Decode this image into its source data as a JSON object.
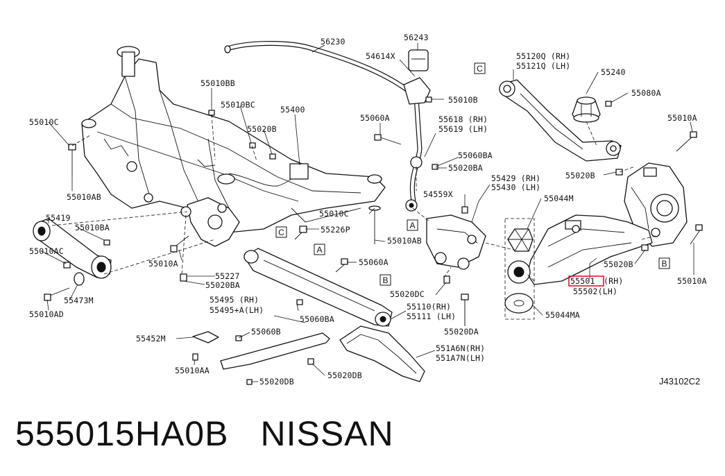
{
  "footer": {
    "part_number": "555015HA0B",
    "brand": "NISSAN"
  },
  "reference_code": "J43102C2",
  "highlighted_part": "55501",
  "highlight_color": "#e0142b",
  "callouts": [
    {
      "id": "l-56230",
      "text": "56230"
    },
    {
      "id": "l-56243",
      "text": "56243"
    },
    {
      "id": "l-54614x",
      "text": "54614X"
    },
    {
      "id": "l-55010b",
      "text": "55010B"
    },
    {
      "id": "l-55120q",
      "text": "55120Q (RH)"
    },
    {
      "id": "l-55121q",
      "text": "55121Q (LH)"
    },
    {
      "id": "l-55240",
      "text": "55240"
    },
    {
      "id": "l-55080a",
      "text": "55080A"
    },
    {
      "id": "l-55010bb",
      "text": "55010BB"
    },
    {
      "id": "l-55010bc",
      "text": "55010BC"
    },
    {
      "id": "l-55400",
      "text": "55400"
    },
    {
      "id": "l-55020b-top",
      "text": "55020B"
    },
    {
      "id": "l-55060a-top",
      "text": "55060A"
    },
    {
      "id": "l-55618",
      "text": "55618 (RH)"
    },
    {
      "id": "l-55619",
      "text": "55619 (LH)"
    },
    {
      "id": "l-55060ba-top",
      "text": "55060BA"
    },
    {
      "id": "l-55020ba-top",
      "text": "55020BA"
    },
    {
      "id": "l-55010c-left",
      "text": "55010C"
    },
    {
      "id": "l-55010ab-left",
      "text": "55010AB"
    },
    {
      "id": "l-55010a-right",
      "text": "55010A"
    },
    {
      "id": "l-55020b-right",
      "text": "55020B"
    },
    {
      "id": "l-55429",
      "text": "55429 (RH)"
    },
    {
      "id": "l-55430",
      "text": "55430 (LH)"
    },
    {
      "id": "l-54559x",
      "text": "54559X"
    },
    {
      "id": "l-55044m",
      "text": "55044M"
    },
    {
      "id": "l-55419",
      "text": "55419"
    },
    {
      "id": "l-55010ba",
      "text": "55010BA"
    },
    {
      "id": "l-55010ac",
      "text": "55010AC"
    },
    {
      "id": "l-55010c-mid",
      "text": "55010C"
    },
    {
      "id": "l-55226p",
      "text": "55226P"
    },
    {
      "id": "l-55010ab-mid",
      "text": "55010AB"
    },
    {
      "id": "l-55010a-mid",
      "text": "55010A"
    },
    {
      "id": "l-55060a-mid",
      "text": "55060A"
    },
    {
      "id": "l-55227",
      "text": "55227"
    },
    {
      "id": "l-55020ba-mid",
      "text": "55020BA"
    },
    {
      "id": "l-55473m",
      "text": "55473M"
    },
    {
      "id": "l-55010ad",
      "text": "55010AD"
    },
    {
      "id": "l-55495",
      "text": "55495 (RH)"
    },
    {
      "id": "l-55495a",
      "text": "55495+A(LH)"
    },
    {
      "id": "l-55060ba-mid",
      "text": "55060BA"
    },
    {
      "id": "l-55020dc",
      "text": "55020DC"
    },
    {
      "id": "l-55110",
      "text": "55110(RH)"
    },
    {
      "id": "l-55111",
      "text": "55111 (LH)"
    },
    {
      "id": "l-55501",
      "text": "55501"
    },
    {
      "id": "l-55501rh",
      "text": "(RH)"
    },
    {
      "id": "l-55502",
      "text": "55502(LH)"
    },
    {
      "id": "l-55020b-low",
      "text": "55020B"
    },
    {
      "id": "l-55010a-far",
      "text": "55010A"
    },
    {
      "id": "l-55020da",
      "text": "55020DA"
    },
    {
      "id": "l-55044ma",
      "text": "55044MA"
    },
    {
      "id": "l-55452m",
      "text": "55452M"
    },
    {
      "id": "l-55060b",
      "text": "55060B"
    },
    {
      "id": "l-551a6n",
      "text": "551A6N(RH)"
    },
    {
      "id": "l-551a7n",
      "text": "551A7N(LH)"
    },
    {
      "id": "l-55010aa",
      "text": "55010AA"
    },
    {
      "id": "l-55020db",
      "text": "55020DB"
    },
    {
      "id": "l-55020db-low",
      "text": "55020DB"
    }
  ],
  "ref_boxes": [
    {
      "id": "box-c-top",
      "text": "C"
    },
    {
      "id": "box-a-right",
      "text": "A"
    },
    {
      "id": "box-c-mid",
      "text": "C"
    },
    {
      "id": "box-a-mid",
      "text": "A"
    },
    {
      "id": "box-b-mid",
      "text": "B"
    },
    {
      "id": "box-b-right",
      "text": "B"
    }
  ]
}
